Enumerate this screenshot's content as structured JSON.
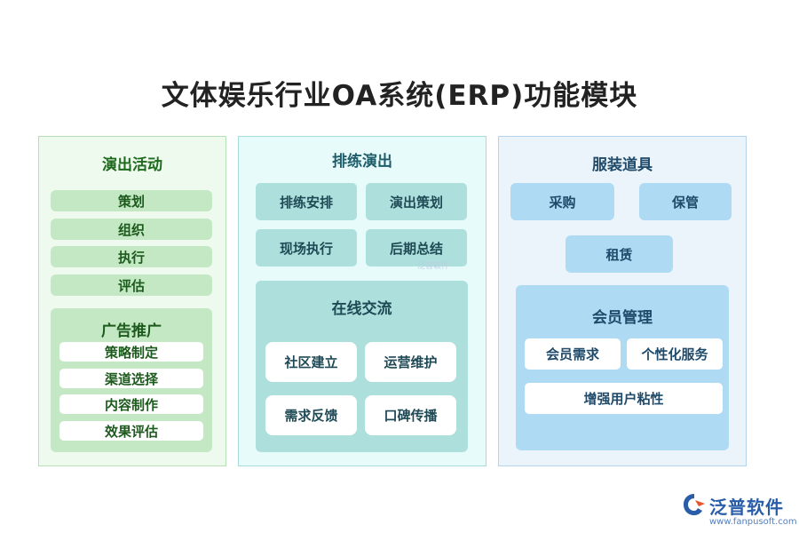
{
  "title": "文体娱乐行业OA系统(ERP)功能模块",
  "col1": {
    "title": "演出活动",
    "items": [
      "策划",
      "组织",
      "执行",
      "评估"
    ],
    "sub": {
      "title": "广告推广",
      "items": [
        "策略制定",
        "渠道选择",
        "内容制作",
        "效果评估"
      ]
    }
  },
  "col2": {
    "title": "排练演出",
    "items": [
      "排练安排",
      "演出策划",
      "现场执行",
      "后期总结"
    ],
    "sub": {
      "title": "在线交流",
      "items": [
        "社区建立",
        "运营维护",
        "需求反馈",
        "口碑传播"
      ]
    }
  },
  "col3": {
    "title": "服装道具",
    "items": [
      "采购",
      "保管",
      "租赁"
    ],
    "sub": {
      "title": "会员管理",
      "items": [
        "会员需求",
        "个性化服务",
        "增强用户粘性"
      ]
    }
  },
  "watermark": "泛普软件",
  "logo": {
    "name": "泛普软件",
    "url": "www.fanpusoft.com",
    "icon": "fanpu-logo-icon"
  },
  "colors": {
    "green_panel": "#eefaee",
    "green_box": "#c3e8c3",
    "teal_panel": "#e8fbfb",
    "teal_box": "#ade0dc",
    "blue_panel": "#ecf4fb",
    "blue_box": "#aedaf4"
  }
}
